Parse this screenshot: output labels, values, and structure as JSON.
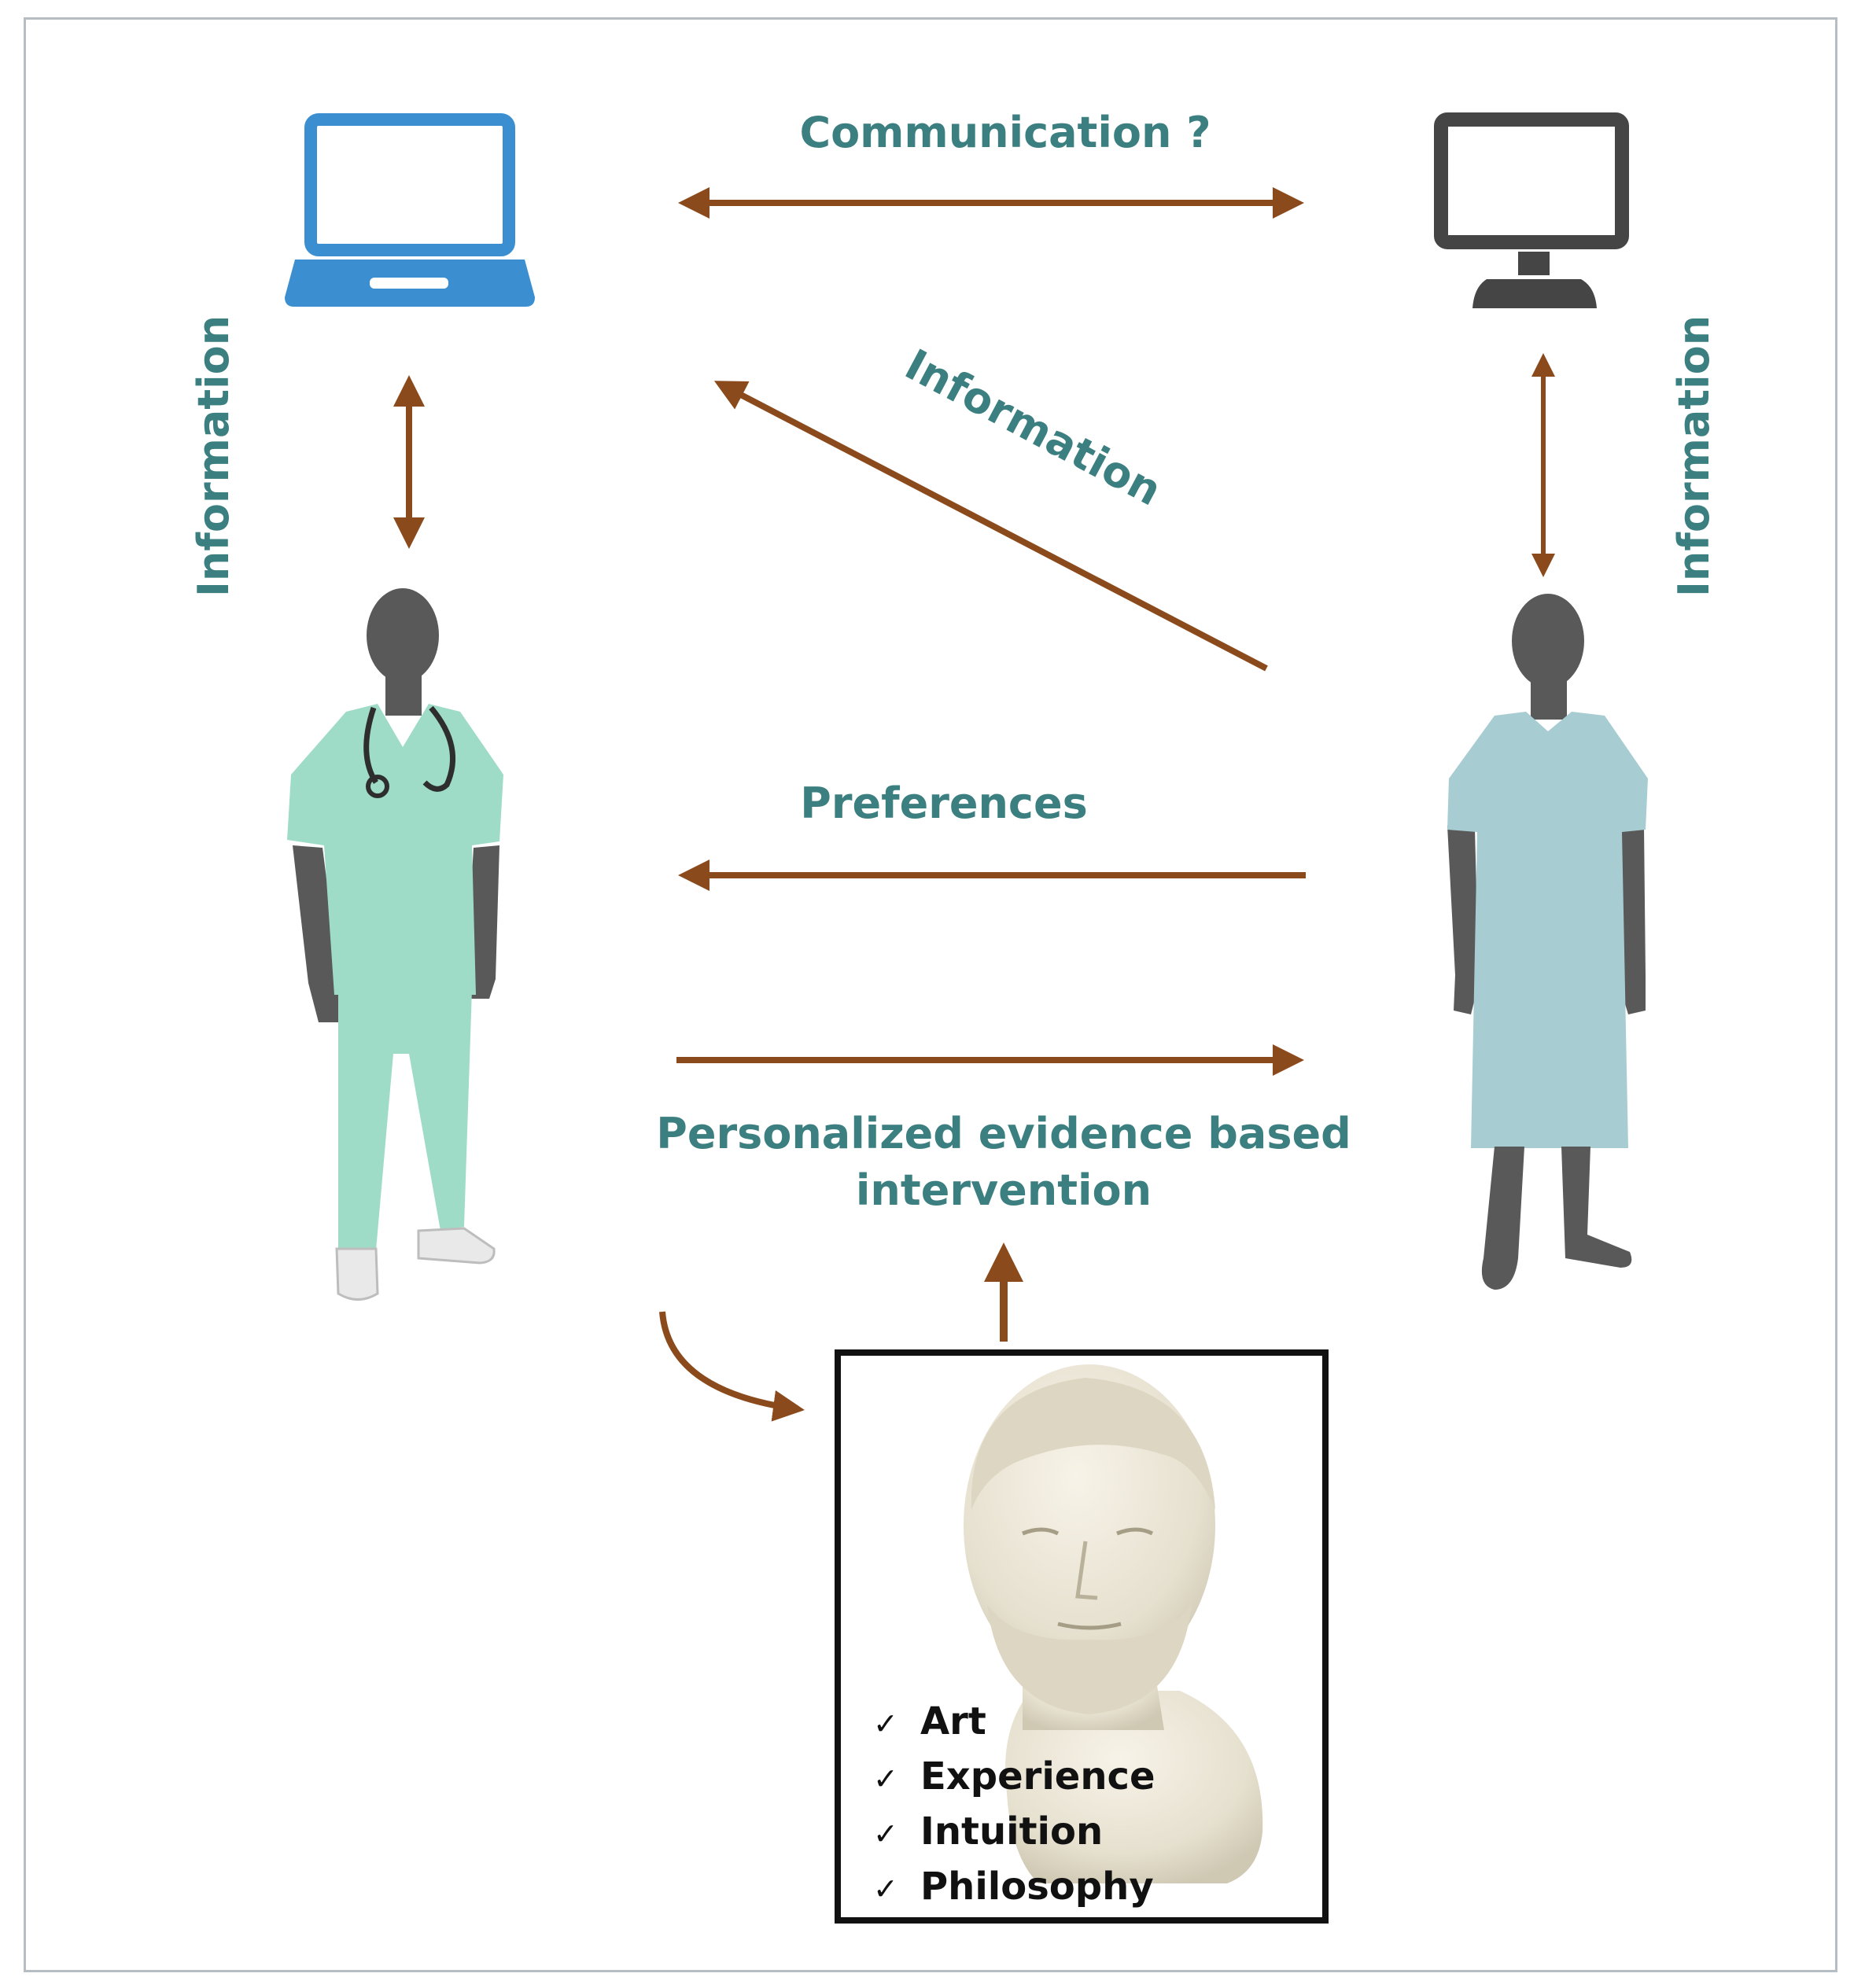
{
  "labels": {
    "communication": "Communication ?",
    "information_left": "Information",
    "information_diagonal": "Information",
    "information_right": "Information",
    "preferences": "Preferences",
    "intervention_line1": "Personalized evidence based",
    "intervention_line2": "intervention"
  },
  "checklist": {
    "mark": "✓",
    "items": [
      "Art",
      "Experience",
      "Intuition",
      "Philosophy"
    ]
  },
  "icons": {
    "left_device": "laptop-icon",
    "right_device": "desktop-monitor-icon",
    "clinician": "doctor-figure",
    "patient": "patient-figure",
    "wisdom": "philosopher-bust"
  },
  "colors": {
    "label_text": "#3b7f80",
    "arrow": "#8b4a1c",
    "laptop": "#3b8fd0",
    "monitor": "#454545",
    "scrubs": "#9fdcc8",
    "gown": "#a7cdd2",
    "skin": "#595959",
    "frame_border": "#b7bec3"
  }
}
